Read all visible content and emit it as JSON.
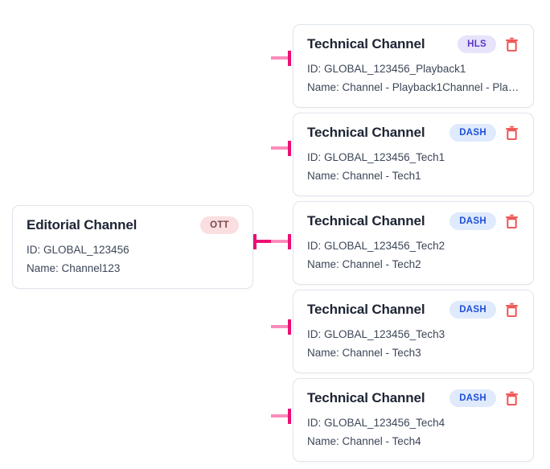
{
  "diagram": {
    "type": "channel-relationship-tree",
    "background": "#ffffff",
    "connector_colors": {
      "light": "#f982b6",
      "dark": "#ec1croll"
    }
  },
  "colors": {
    "card_border": "#dfe5ed",
    "card_background": "#ffffff",
    "title_text": "#1d2433",
    "body_text": "#3c4658",
    "badge_ott_bg": "#fbdfe0",
    "badge_ott_text": "#7b4a4e",
    "badge_hls_bg": "#e7e3fb",
    "badge_hls_text": "#5b36c9",
    "badge_dash_bg": "#dfeafc",
    "badge_dash_text": "#1f4fd8",
    "delete_icon": "#ef5350",
    "connector_light": "#f982b6",
    "connector_dark": "#ec0f73"
  },
  "labels": {
    "id_prefix": "ID: ",
    "name_prefix": "Name: ",
    "delete_icon_name": "trash-icon"
  },
  "editorial_node": {
    "title": "Editorial Channel",
    "badge": "OTT",
    "id_line": "ID: GLOBAL_123456",
    "name_line": "Name: Channel123"
  },
  "technical_nodes": [
    {
      "title": "Technical Channel",
      "badge": "HLS",
      "id_line": "ID: GLOBAL_123456_Playback1",
      "name_line": "Name: Channel - Playback1Channel - Playba..."
    },
    {
      "title": "Technical Channel",
      "badge": "DASH",
      "id_line": "ID: GLOBAL_123456_Tech1",
      "name_line": "Name: Channel - Tech1"
    },
    {
      "title": "Technical Channel",
      "badge": "DASH",
      "id_line": "ID: GLOBAL_123456_Tech2",
      "name_line": "Name: Channel - Tech2"
    },
    {
      "title": "Technical Channel",
      "badge": "DASH",
      "id_line": "ID: GLOBAL_123456_Tech3",
      "name_line": "Name: Channel - Tech3"
    },
    {
      "title": "Technical Channel",
      "badge": "DASH",
      "id_line": "ID: GLOBAL_123456_Tech4",
      "name_line": "Name: Channel - Tech4"
    }
  ]
}
